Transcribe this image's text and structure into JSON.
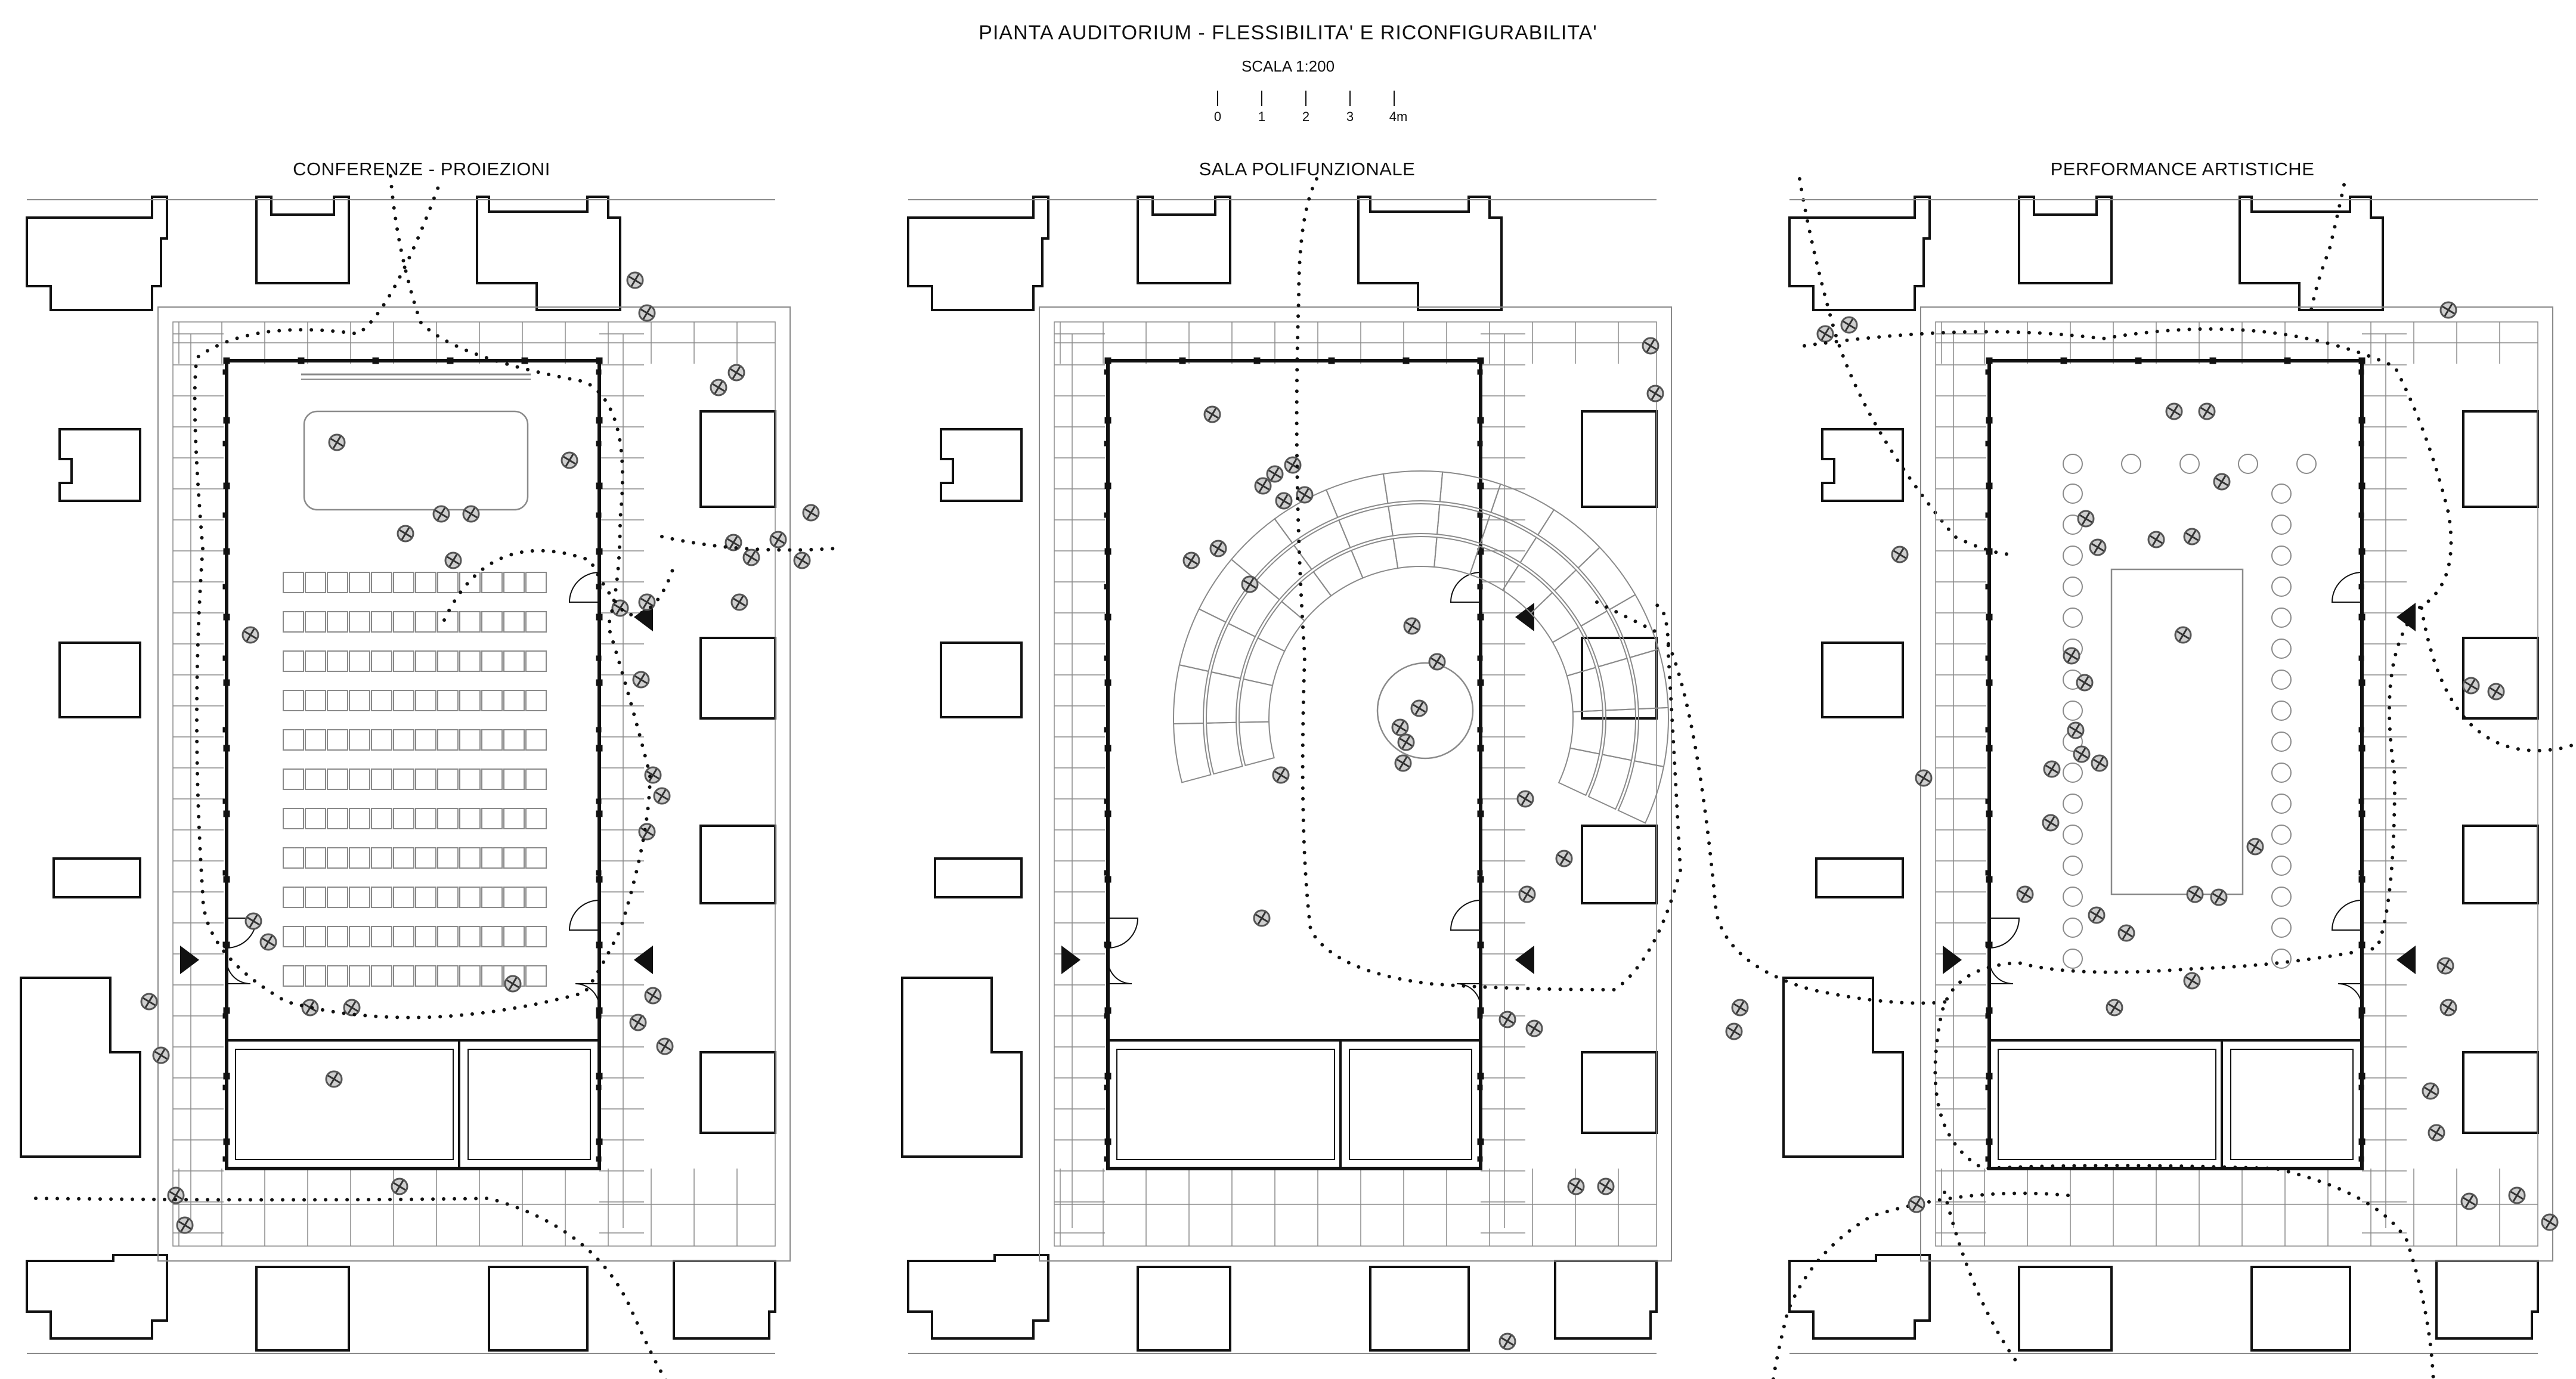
{
  "header": {
    "title": "PIANTA AUDITORIUM - FLESSIBILITA' E RICONFIGURABILITA'",
    "scale_label": "SCALA 1:200",
    "scale_bar": [
      "0",
      "1",
      "2",
      "3",
      "4m"
    ]
  },
  "panels": [
    {
      "title": "CONFERENZE - PROIEZIONI",
      "layout": "conference",
      "seat_rows": 11
    },
    {
      "title": "SALA POLIFUNZIONALE",
      "layout": "multipurpose",
      "arc_rows": 3
    },
    {
      "title": "PERFORMANCE ARTISTICHE",
      "layout": "performance",
      "chairs_per_side": 16
    }
  ],
  "colors": {
    "ink": "#111111",
    "thin": "#8a8a8a",
    "people": "#555555"
  }
}
